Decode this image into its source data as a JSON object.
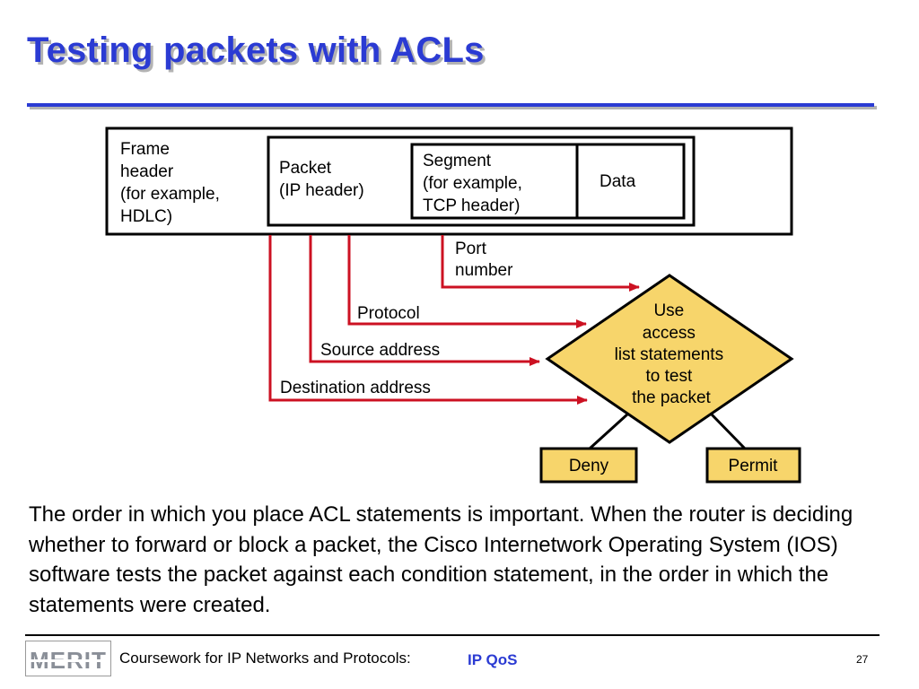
{
  "slide": {
    "title": "Testing packets with ACLs",
    "body": "The order in which you place ACL statements is important. When the router is deciding whether to forward or block a packet, the Cisco Internetwork Operating System (IOS) software tests the packet against each condition statement, in the order in which the statements were created."
  },
  "diagram": {
    "frame_header": [
      "Frame",
      "header",
      "(for example,",
      "HDLC)"
    ],
    "packet": [
      "Packet",
      "(IP header)"
    ],
    "segment": [
      "Segment",
      "(for example,",
      "TCP header)"
    ],
    "data": "Data",
    "port_number": [
      "Port",
      "number"
    ],
    "protocol": "Protocol",
    "source_address": "Source address",
    "destination_address": "Destination address",
    "decision": [
      "Use",
      "access",
      "list statements",
      "to test",
      "the packet"
    ],
    "deny": "Deny",
    "permit": "Permit"
  },
  "footer": {
    "logo": "MERIT",
    "course": "Coursework for IP Networks and Protocols:",
    "topic": "IP QoS",
    "page": "27"
  },
  "colors": {
    "title": "#2b3bd3",
    "arrow": "#cc1122",
    "decision_fill": "#f7d56b"
  }
}
